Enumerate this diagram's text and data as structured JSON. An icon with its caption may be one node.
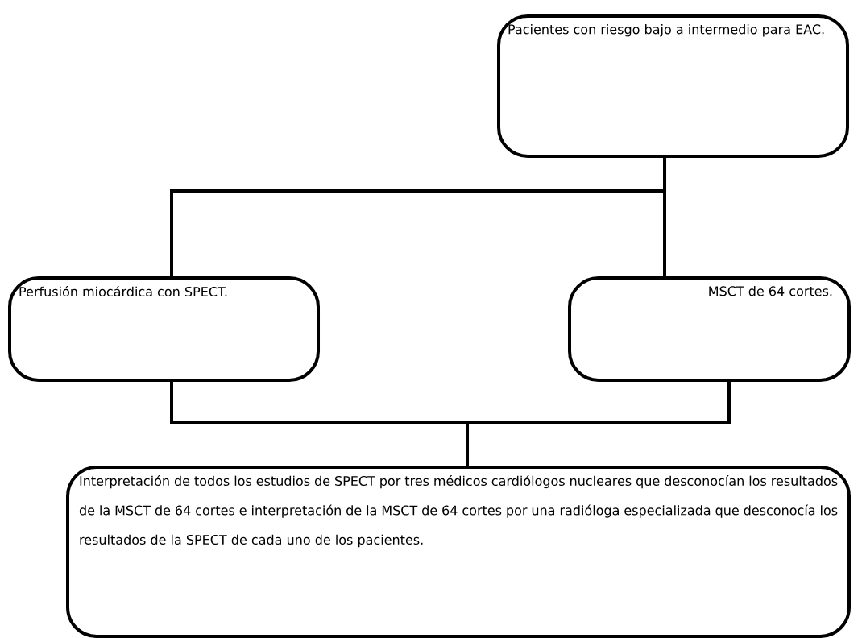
{
  "diagram": {
    "nodes": [
      {
        "text": [
          "Pacientes con riesgo bajo a intermedio para  EAC."
        ]
      },
      {
        "text": [
          "Perfusión miocárdica con SPECT."
        ]
      },
      {
        "text": [
          "MSCT de 64 cortes."
        ]
      },
      {
        "text": [
          "Interpretación de todos los estudios de SPECT por tres médicos cardiólogos nucleares que desconocían los resultados de la MSCT de 64 cortes e interpretación de la MSCT de 64 cortes por una radióloga especializada que desconocía los resultados de la SPECT de cada uno de los pacientes."
        ]
      }
    ],
    "edges": [
      {
        "from": 0,
        "to": 1,
        "arrow": "none"
      },
      {
        "from": 0,
        "to": 2,
        "arrow": "none"
      },
      {
        "from": 1,
        "to": 3,
        "arrow": "none"
      },
      {
        "from": 2,
        "to": 3,
        "arrow": "none"
      }
    ]
  }
}
